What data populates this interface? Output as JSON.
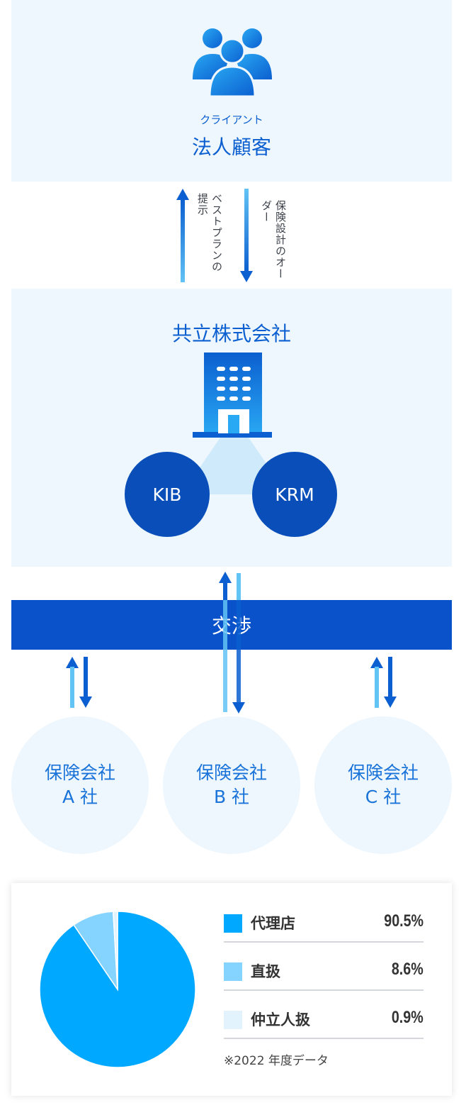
{
  "client": {
    "ruby": "クライアント",
    "title": "法人顧客"
  },
  "flow_top": {
    "left_label": "ベストプランの提示",
    "right_label": "保険設計のオーダー"
  },
  "company": {
    "name": "共立株式会社",
    "unit_left": "KIB",
    "unit_right": "KRM"
  },
  "negotiation": {
    "label": "交渉"
  },
  "insurers": [
    {
      "line1": "保険会社",
      "line2": "A 社"
    },
    {
      "line1": "保険会社",
      "line2": "B 社"
    },
    {
      "line1": "保険会社",
      "line2": "C 社"
    }
  ],
  "colors": {
    "primary": "#0b5fd0",
    "dark_circle": "#0a4fb9",
    "light_panel": "#eef7fd",
    "agency": "#00a8ff",
    "direct": "#85d3ff",
    "broker": "#e2f3fd"
  },
  "chart_data": {
    "type": "pie",
    "labels": [
      "代理店",
      "直扱",
      "仲立人扱"
    ],
    "values": [
      90.5,
      8.6,
      0.9
    ],
    "value_labels": [
      "90.5%",
      "8.6%",
      "0.9%"
    ],
    "colors": [
      "#00a8ff",
      "#85d3ff",
      "#e2f3fd"
    ],
    "note": "※2022 年度データ"
  }
}
